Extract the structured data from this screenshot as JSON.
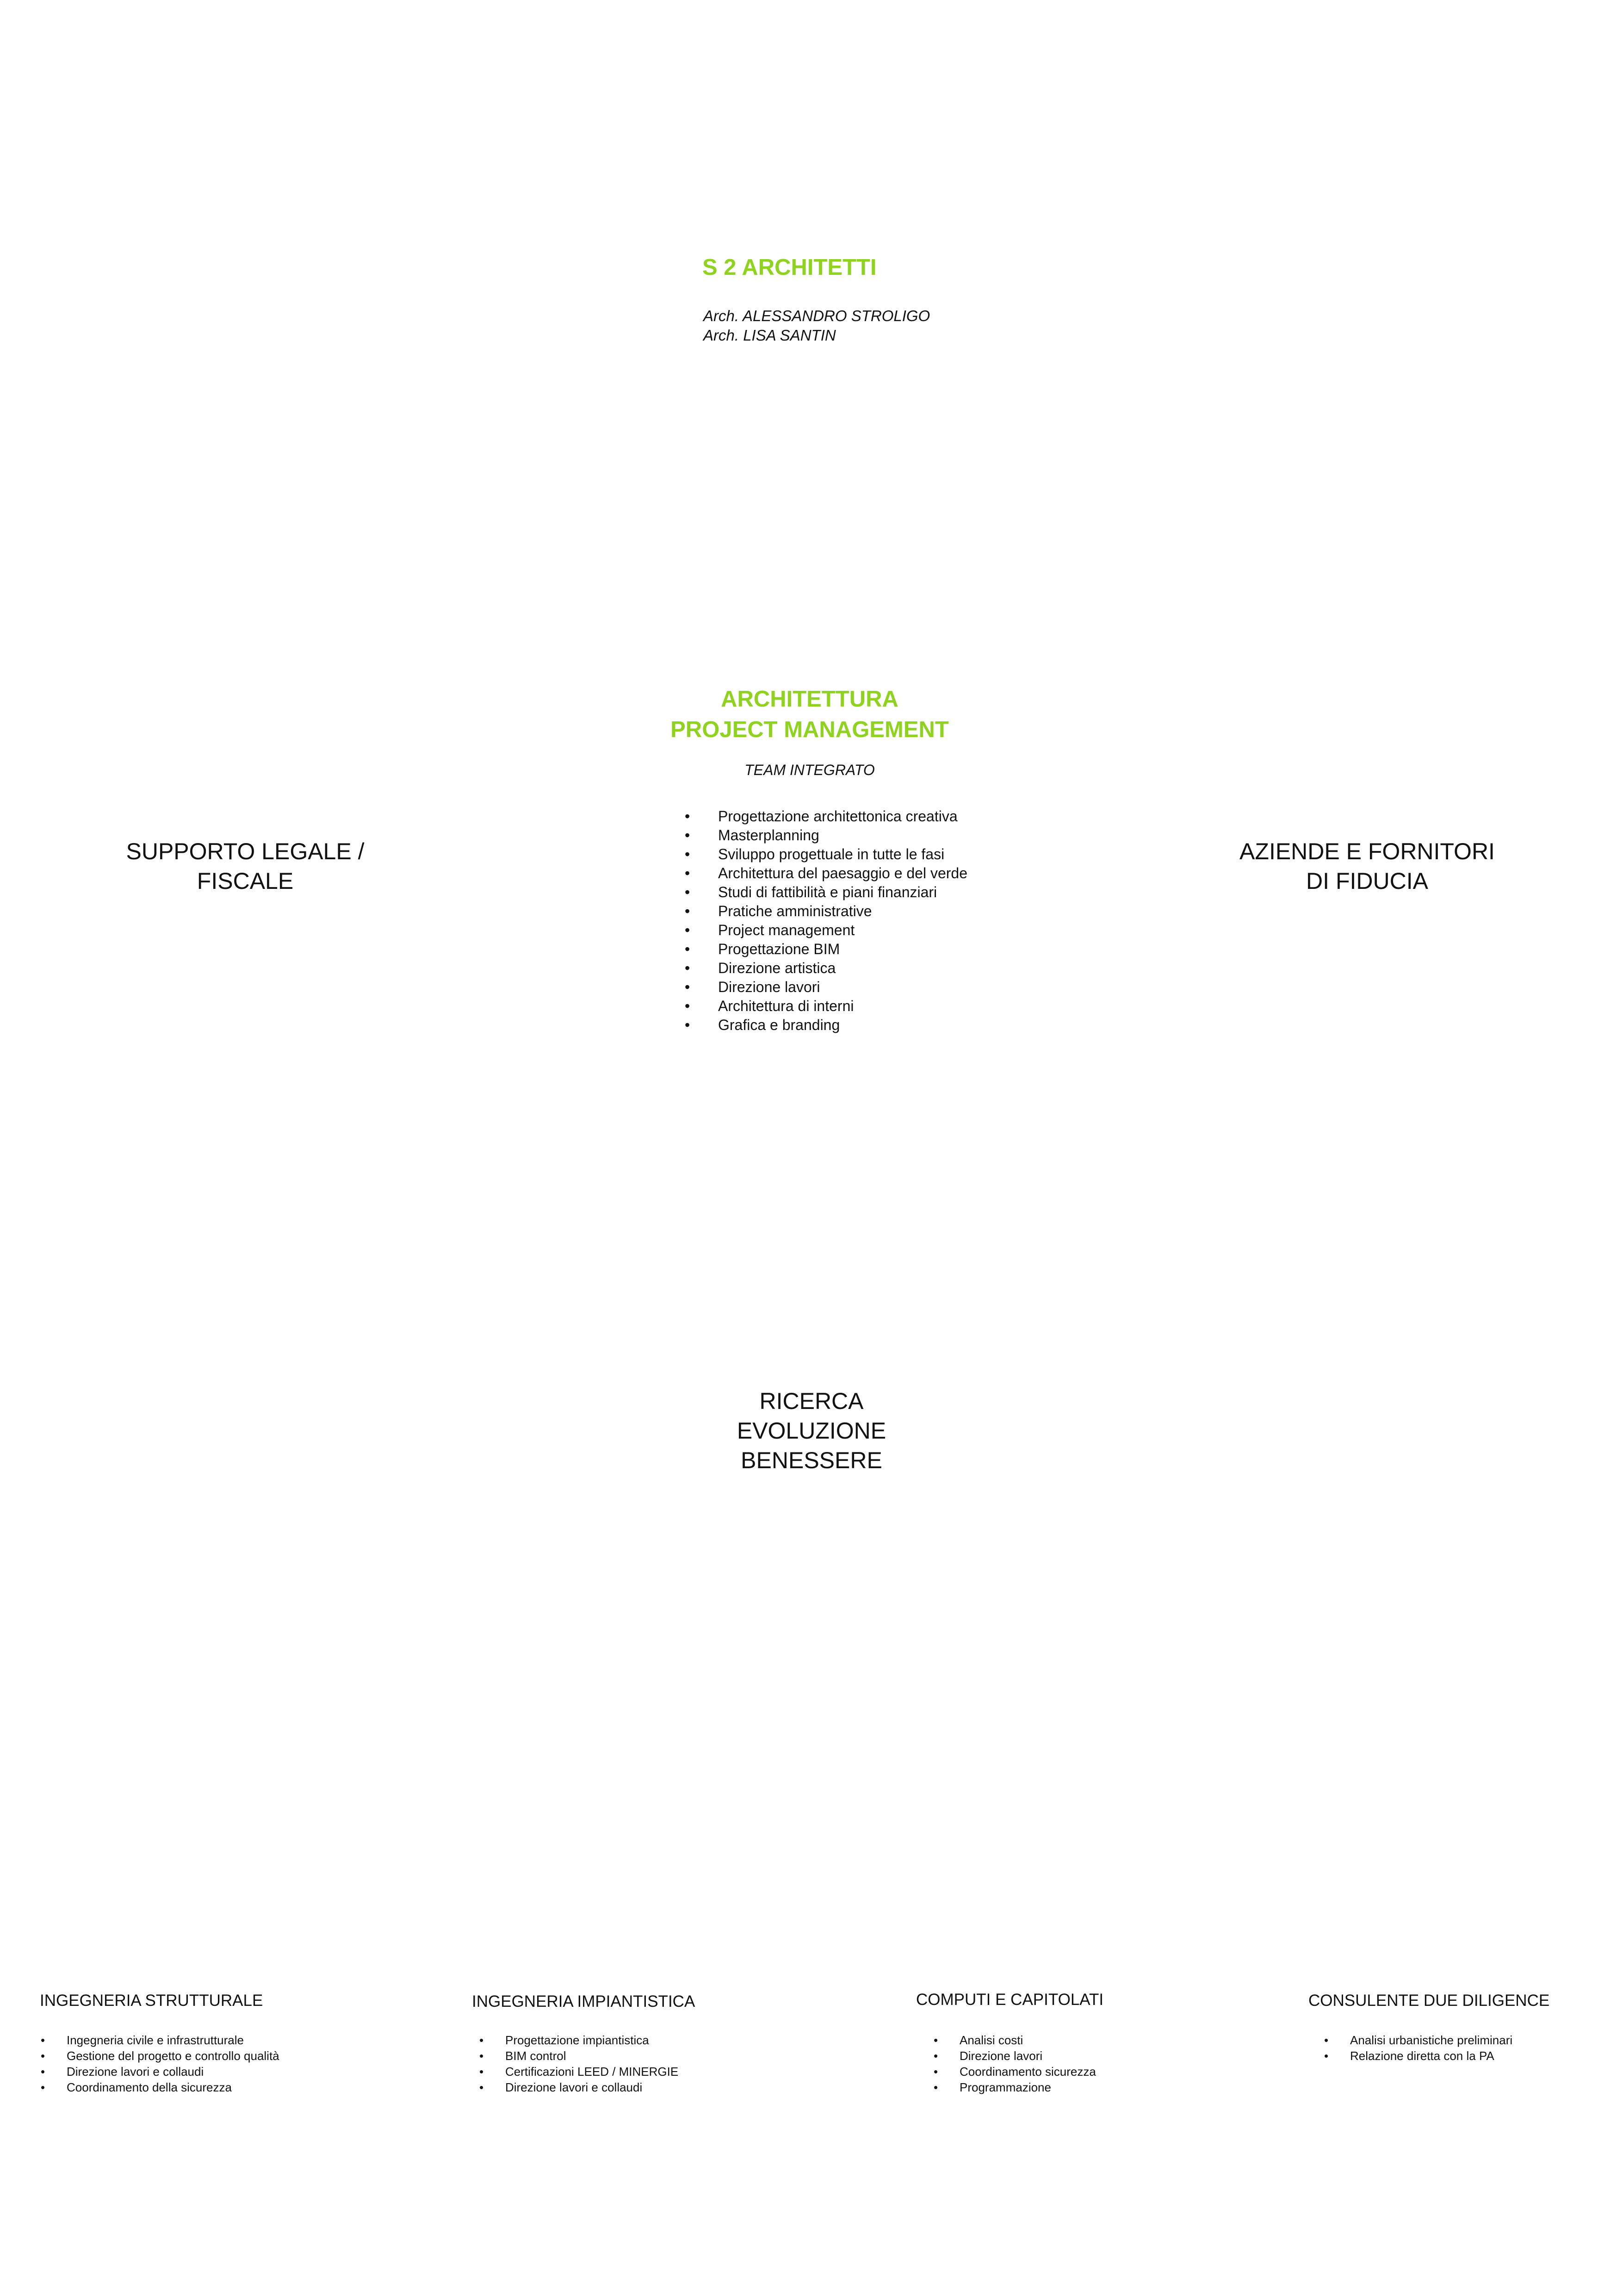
{
  "header": {
    "title": "S 2 ARCHITETTI",
    "people": [
      "Arch. ALESSANDRO STROLIGO",
      "Arch. LISA SANTIN"
    ]
  },
  "center": {
    "title_lines": [
      "ARCHITETTURA",
      "PROJECT MANAGEMENT"
    ],
    "subtitle": "TEAM INTEGRATO",
    "services": [
      "Progettazione architettonica creativa",
      "Masterplanning",
      "Sviluppo progettuale in tutte le fasi",
      "Architettura del paesaggio e del verde",
      "Studi di fattibilità e piani finanziari",
      "Pratiche amministrative",
      "Project management",
      "Progettazione BIM",
      "Direzione artistica",
      "Direzione lavori",
      "Architettura di interni",
      "Grafica e branding"
    ]
  },
  "left": {
    "lines": [
      "SUPPORTO LEGALE /",
      "FISCALE"
    ]
  },
  "right": {
    "lines": [
      "AZIENDE E FORNITORI",
      "DI FIDUCIA"
    ]
  },
  "values": {
    "lines": [
      "RICERCA",
      "EVOLUZIONE",
      "BENESSERE"
    ]
  },
  "partners": [
    {
      "title": "INGEGNERIA STRUTTURALE",
      "items": [
        "Ingegneria civile e infrastrutturale",
        "Gestione del progetto e controllo qualità",
        "Direzione lavori e collaudi",
        "Coordinamento della sicurezza"
      ]
    },
    {
      "title": "INGEGNERIA IMPIANTISTICA",
      "items": [
        "Progettazione impiantistica",
        "BIM control",
        "Certificazioni LEED / MINERGIE",
        "Direzione lavori e collaudi"
      ]
    },
    {
      "title": "COMPUTI E CAPITOLATI",
      "items": [
        "Analisi costi",
        "Direzione lavori",
        "Coordinamento sicurezza",
        "Programmazione"
      ]
    },
    {
      "title": "CONSULENTE DUE DILIGENCE",
      "items": [
        "Analisi urbanistiche preliminari",
        "Relazione diretta con la PA"
      ]
    }
  ],
  "colors": {
    "accent": "#8fd21f",
    "text": "#111111",
    "background": "#ffffff"
  }
}
